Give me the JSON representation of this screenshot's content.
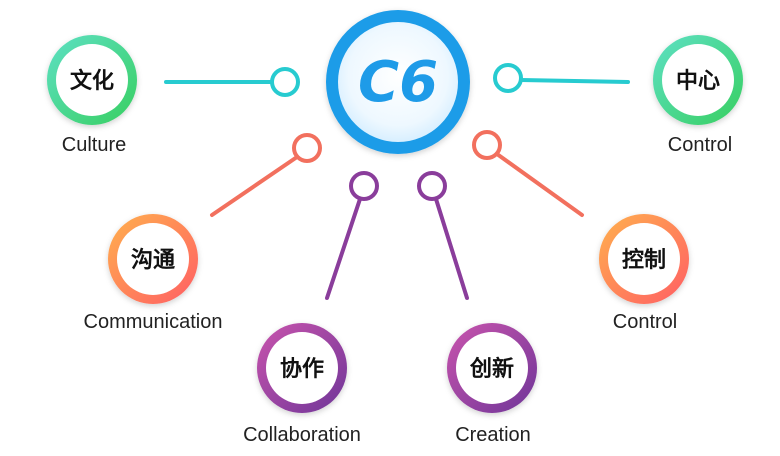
{
  "center": {
    "logo": "C6",
    "ring_color": "#2bb0f0",
    "logo_color": "#1e9be8"
  },
  "nodes": [
    {
      "id": "culture",
      "cn": "文化",
      "en": "Culture",
      "ring_color": "#3fd6b0",
      "ring_color2": "#3bd46a",
      "connector_color": "#27cbd0"
    },
    {
      "id": "control-top",
      "cn": "中心",
      "en": "Control",
      "ring_color": "#3fd6b0",
      "ring_color2": "#3bd46a",
      "connector_color": "#27cbd0"
    },
    {
      "id": "communication",
      "cn": "沟通",
      "en": "Communication",
      "ring_color": "#ff9a4a",
      "ring_color2": "#ff6b5e",
      "connector_color": "#f2705e"
    },
    {
      "id": "control-right",
      "cn": "控制",
      "en": "Control",
      "ring_color": "#ff9a4a",
      "ring_color2": "#ff6b5e",
      "connector_color": "#f2705e"
    },
    {
      "id": "collaboration",
      "cn": "协作",
      "en": "Collaboration",
      "ring_color": "#b04aa0",
      "ring_color2": "#7a3b9a",
      "connector_color": "#8a3d9b"
    },
    {
      "id": "creation",
      "cn": "创新",
      "en": "Creation",
      "ring_color": "#b04aa0",
      "ring_color2": "#7a3b9a",
      "connector_color": "#8a3d9b"
    }
  ]
}
